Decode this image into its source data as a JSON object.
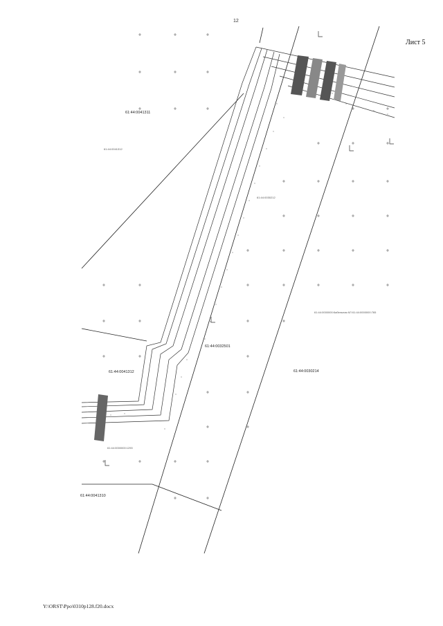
{
  "page": {
    "page_number": "12",
    "sheet_label": "Лист 5",
    "footer_path": "Y:\\ORST\\Ppo\\0310p128.f20.docx"
  },
  "parcels": {
    "p1": "61:44:0041311",
    "p2": "61:44:0041312",
    "p3": "61:44:0032501",
    "p4": "61:44:0030214",
    "p5": "61:44:0041310",
    "p6": "61:44:0041312",
    "p7": "61:44:0030212",
    "p8": "61:44:0000000:1290",
    "p9": "61:44:0000000:Кабельная КЛ 61:44:0000000:765"
  },
  "colors": {
    "line": "#222222",
    "fill_dark": "#555555",
    "fill_light": "#cccccc"
  }
}
